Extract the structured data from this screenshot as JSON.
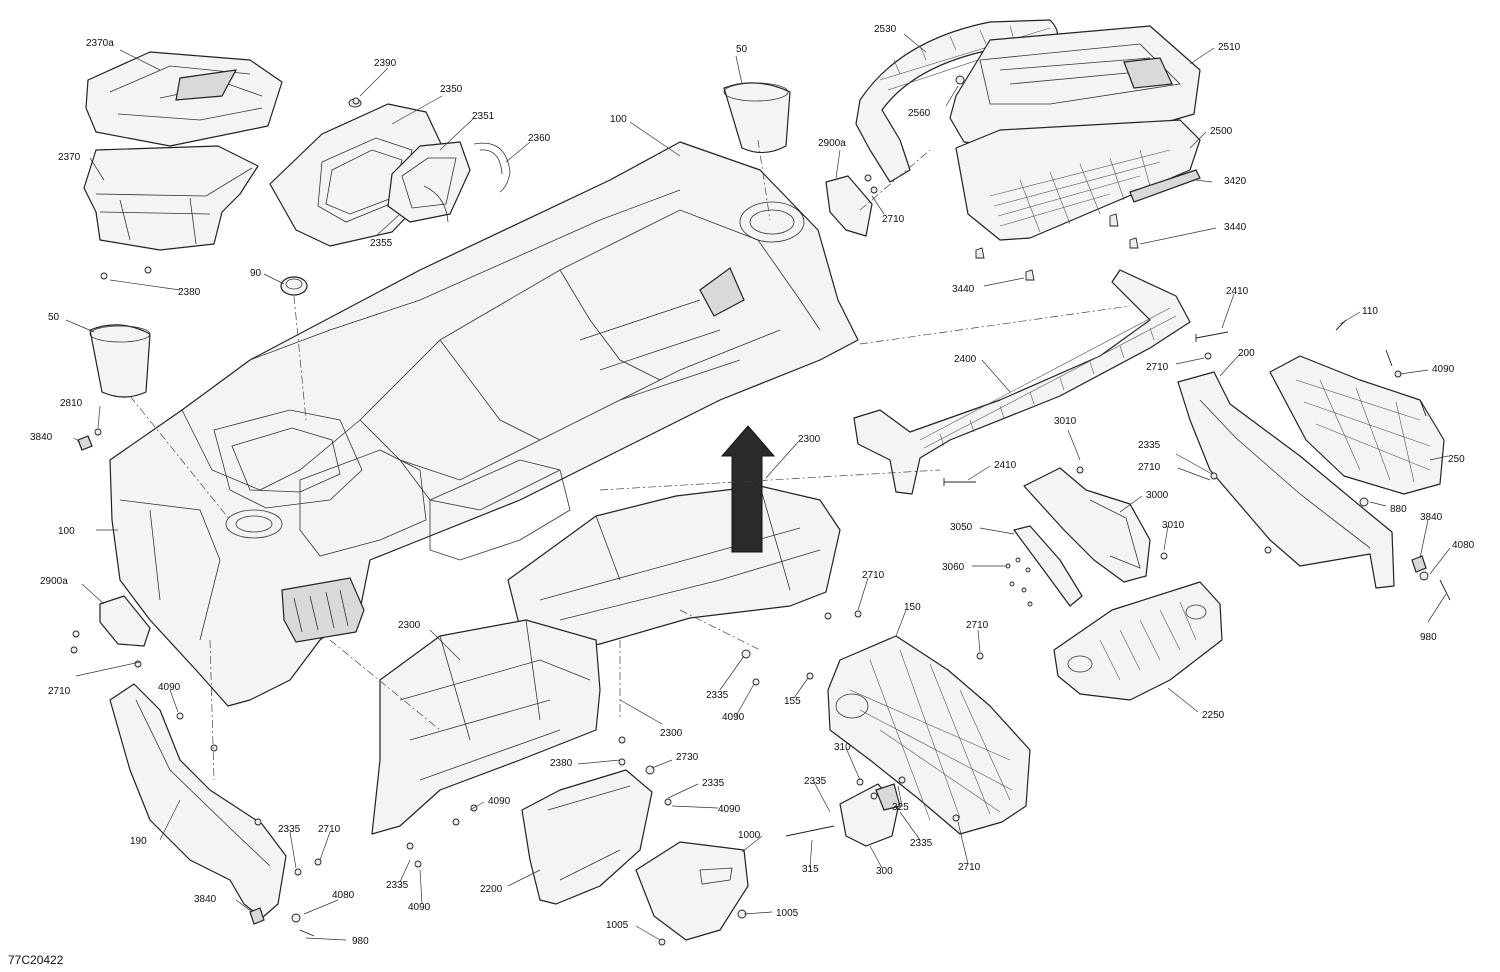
{
  "diagram": {
    "code": "77C20422",
    "labels": [
      {
        "id": "l1",
        "text": "2370a"
      },
      {
        "id": "l2",
        "text": "2390"
      },
      {
        "id": "l3",
        "text": "2350"
      },
      {
        "id": "l4",
        "text": "2351"
      },
      {
        "id": "l5",
        "text": "2360"
      },
      {
        "id": "l6",
        "text": "2370"
      },
      {
        "id": "l7",
        "text": "2355"
      },
      {
        "id": "l8",
        "text": "2380"
      },
      {
        "id": "l9",
        "text": "90"
      },
      {
        "id": "l10",
        "text": "50"
      },
      {
        "id": "l11",
        "text": "100"
      },
      {
        "id": "l12",
        "text": "50"
      },
      {
        "id": "l13",
        "text": "2900a"
      },
      {
        "id": "l14",
        "text": "2710"
      },
      {
        "id": "l15",
        "text": "2530"
      },
      {
        "id": "l16",
        "text": "2510"
      },
      {
        "id": "l17",
        "text": "2560"
      },
      {
        "id": "l18",
        "text": "2500"
      },
      {
        "id": "l19",
        "text": "3420"
      },
      {
        "id": "l20",
        "text": "3440"
      },
      {
        "id": "l21",
        "text": "3440"
      },
      {
        "id": "l22",
        "text": "2410"
      },
      {
        "id": "l23",
        "text": "110"
      },
      {
        "id": "l24",
        "text": "2710"
      },
      {
        "id": "l25",
        "text": "200"
      },
      {
        "id": "l26",
        "text": "4090"
      },
      {
        "id": "l27",
        "text": "2400"
      },
      {
        "id": "l28",
        "text": "250"
      },
      {
        "id": "l29",
        "text": "2810"
      },
      {
        "id": "l30",
        "text": "3840"
      },
      {
        "id": "l31",
        "text": "2300"
      },
      {
        "id": "l32",
        "text": "3010"
      },
      {
        "id": "l33",
        "text": "2410"
      },
      {
        "id": "l34",
        "text": "2335"
      },
      {
        "id": "l35",
        "text": "2710"
      },
      {
        "id": "l36",
        "text": "3000"
      },
      {
        "id": "l37",
        "text": "880"
      },
      {
        "id": "l38",
        "text": "100"
      },
      {
        "id": "l39",
        "text": "3050"
      },
      {
        "id": "l40",
        "text": "3010"
      },
      {
        "id": "l41",
        "text": "3840"
      },
      {
        "id": "l42",
        "text": "3060"
      },
      {
        "id": "l43",
        "text": "4080"
      },
      {
        "id": "l44",
        "text": "2900a"
      },
      {
        "id": "l45",
        "text": "2710"
      },
      {
        "id": "l46",
        "text": "980"
      },
      {
        "id": "l47",
        "text": "2300"
      },
      {
        "id": "l48",
        "text": "150"
      },
      {
        "id": "l49",
        "text": "2710"
      },
      {
        "id": "l50",
        "text": "2710"
      },
      {
        "id": "l51",
        "text": "4090"
      },
      {
        "id": "l52",
        "text": "2335"
      },
      {
        "id": "l53",
        "text": "155"
      },
      {
        "id": "l54",
        "text": "4090"
      },
      {
        "id": "l55",
        "text": "2250"
      },
      {
        "id": "l56",
        "text": "2300"
      },
      {
        "id": "l57",
        "text": "310"
      },
      {
        "id": "l58",
        "text": "2730"
      },
      {
        "id": "l59",
        "text": "2380"
      },
      {
        "id": "l60",
        "text": "2335"
      },
      {
        "id": "l61",
        "text": "325"
      },
      {
        "id": "l62",
        "text": "2335"
      },
      {
        "id": "l63",
        "text": "4090"
      },
      {
        "id": "l64",
        "text": "4090"
      },
      {
        "id": "l65",
        "text": "190"
      },
      {
        "id": "l66",
        "text": "2335"
      },
      {
        "id": "l67",
        "text": "2710"
      },
      {
        "id": "l68",
        "text": "1000"
      },
      {
        "id": "l69",
        "text": "2335"
      },
      {
        "id": "l70",
        "text": "315"
      },
      {
        "id": "l71",
        "text": "300"
      },
      {
        "id": "l72",
        "text": "2710"
      },
      {
        "id": "l73",
        "text": "2335"
      },
      {
        "id": "l74",
        "text": "4090"
      },
      {
        "id": "l75",
        "text": "2200"
      },
      {
        "id": "l76",
        "text": "4080"
      },
      {
        "id": "l77",
        "text": "3840"
      },
      {
        "id": "l78",
        "text": "980"
      },
      {
        "id": "l79",
        "text": "1005"
      },
      {
        "id": "l80",
        "text": "1005"
      }
    ]
  }
}
